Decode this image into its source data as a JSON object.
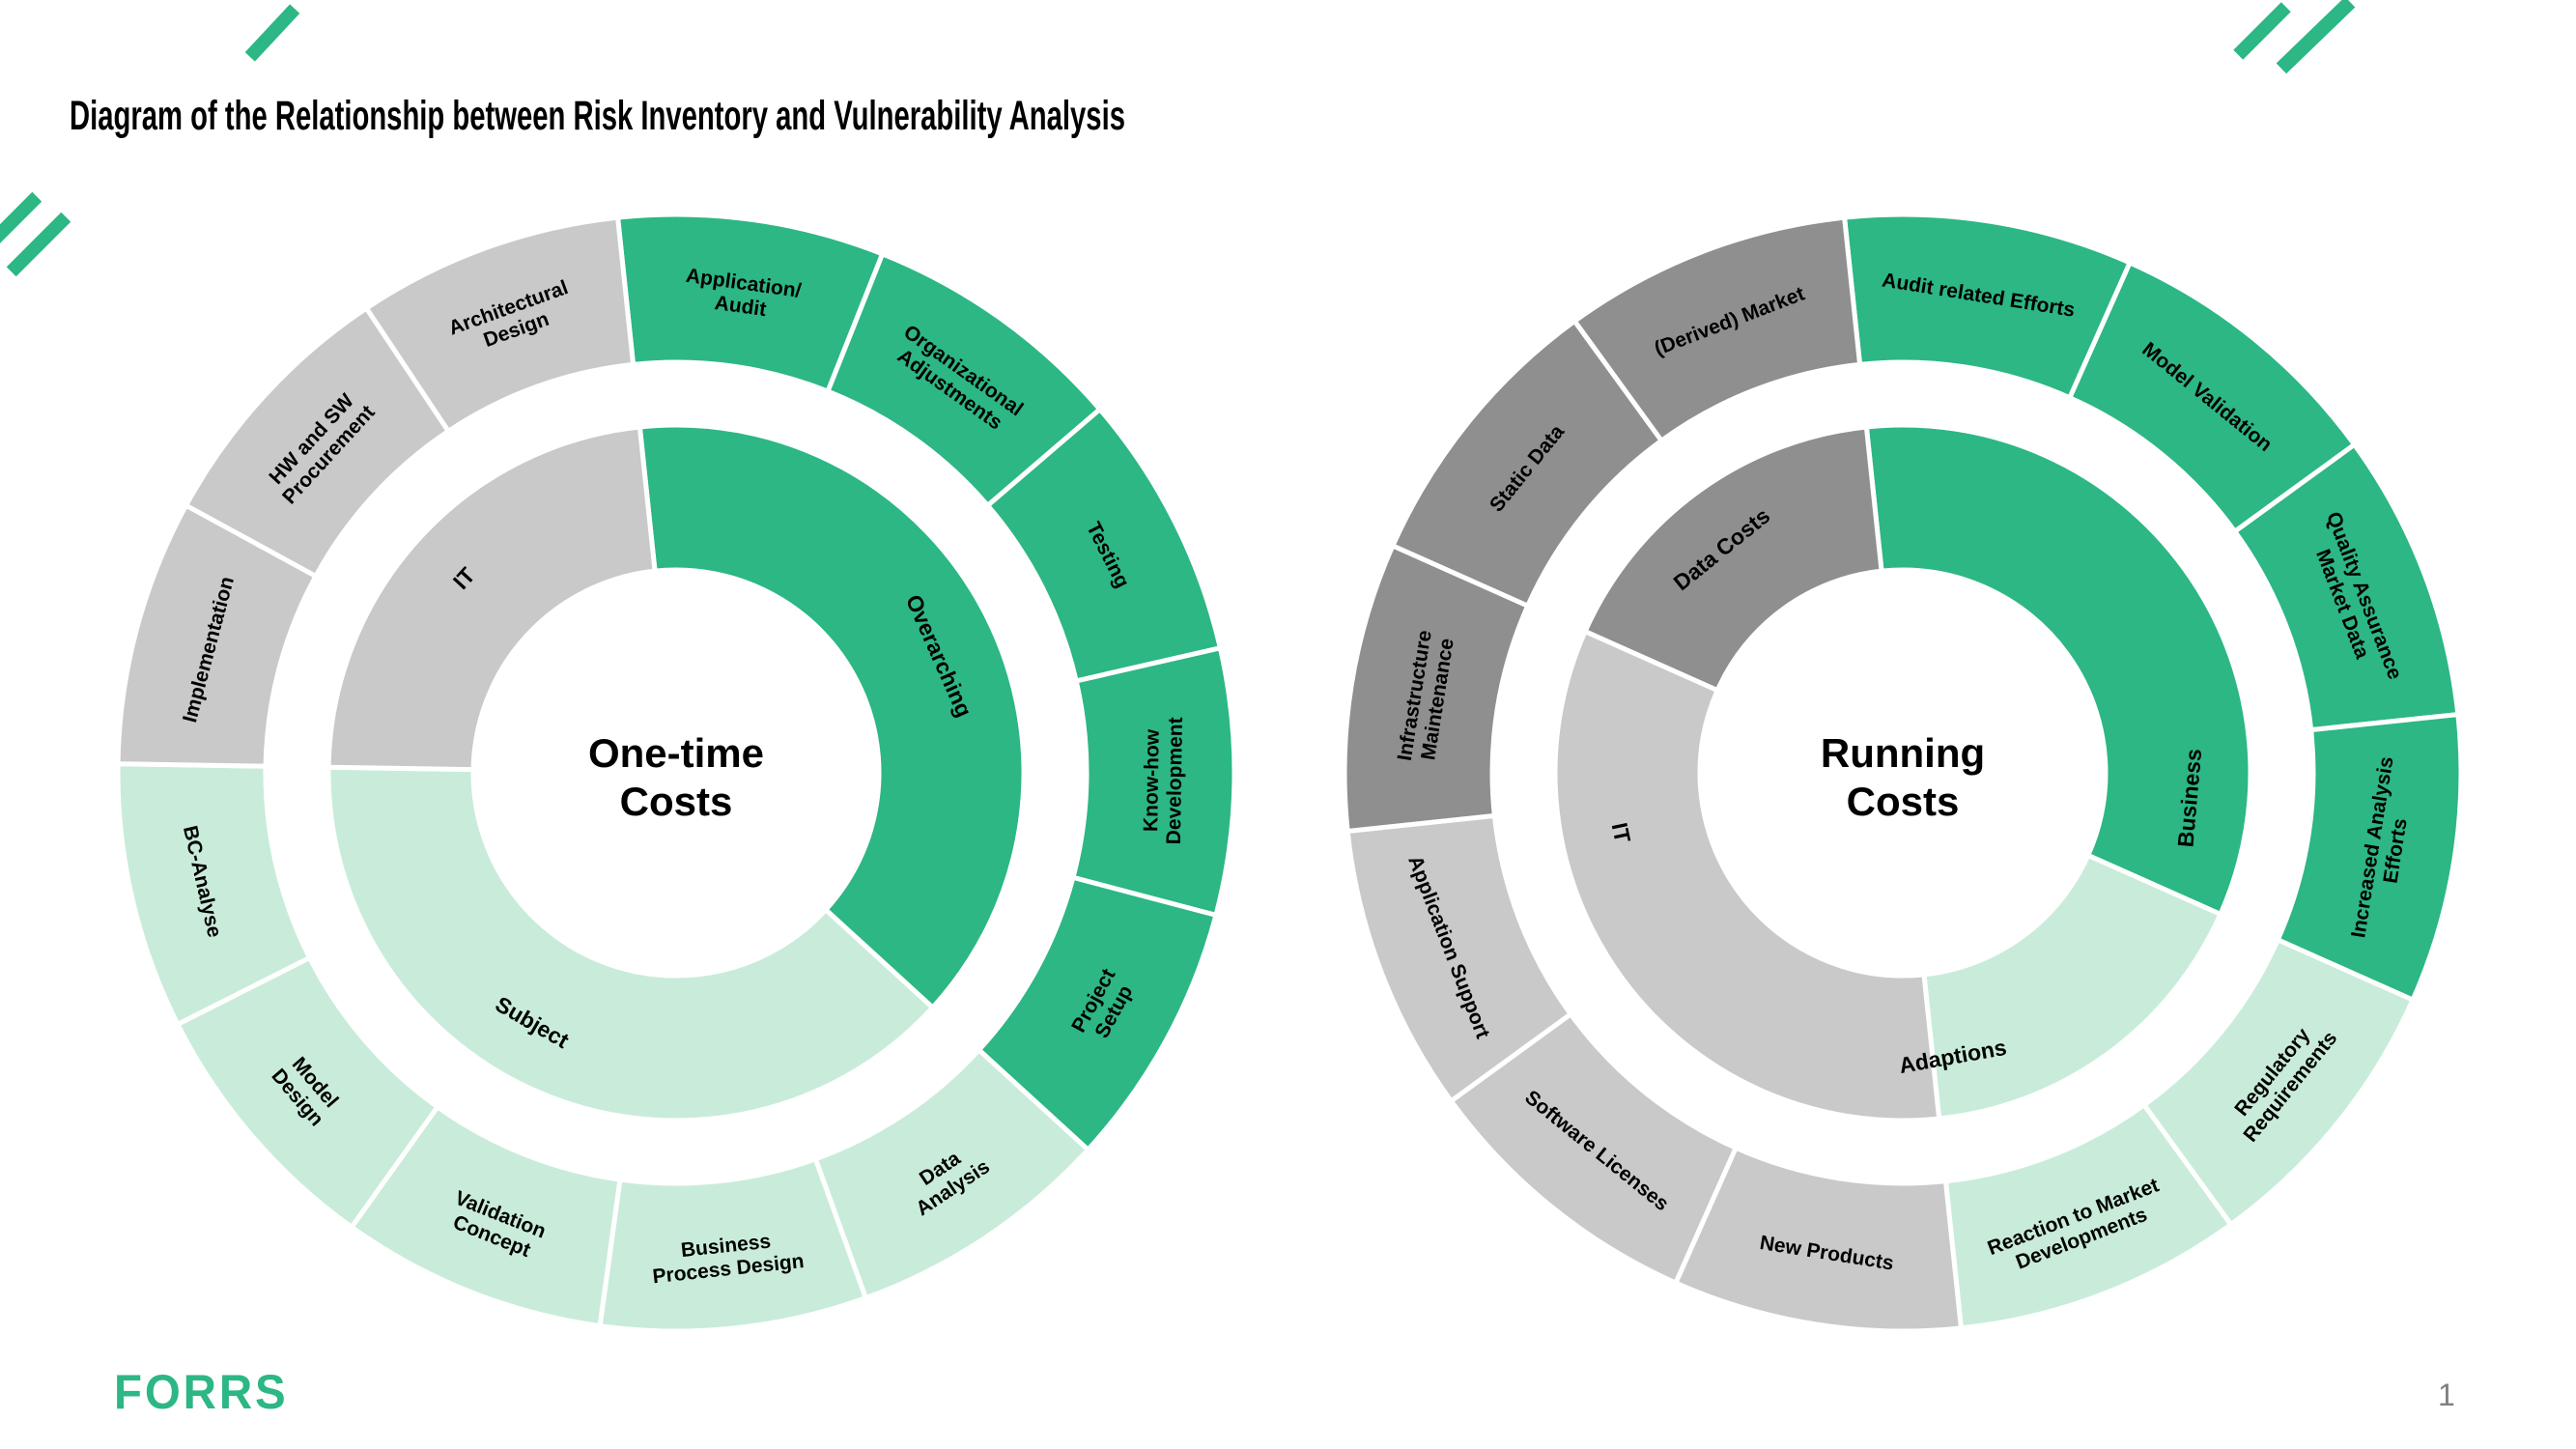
{
  "header": {
    "title": "Diagram of the Relationship between Risk Inventory and Vulnerability Analysis"
  },
  "footer": {
    "logo_text": "FORRS",
    "page_number": "1"
  },
  "colors": {
    "green": "#2cb784",
    "light_green": "#c9ecda",
    "light_gray": "#c9c9c9",
    "dark_gray": "#8f8f8f",
    "label_text": "#000000",
    "page_number_gray": "#7f7f7f",
    "background": "#ffffff"
  },
  "chart_data": [
    {
      "type": "pie",
      "variant": "two-level-donut",
      "center_label": "One-time\nCosts",
      "legend_position": "none",
      "grid": false,
      "inner_ring": [
        {
          "label": "Overarching",
          "value": 5,
          "color": "green",
          "start_deg": -6,
          "end_deg": 132.46,
          "label_angle_deg": 66
        },
        {
          "label": "Subject",
          "value": 5,
          "color": "light_green",
          "start_deg": 132.46,
          "end_deg": 270.92,
          "label_angle_deg": 210
        },
        {
          "label": "IT",
          "value": 3,
          "color": "light_gray",
          "start_deg": 270.92,
          "end_deg": 354,
          "label_angle_deg": 312.5
        }
      ],
      "outer_ring": [
        {
          "label": "Application/\nAudit",
          "value": 1,
          "color": "green",
          "start_deg": -6,
          "end_deg": 21.69
        },
        {
          "label": "Organizational\nAdjustments",
          "value": 1,
          "color": "green",
          "start_deg": 21.69,
          "end_deg": 49.38
        },
        {
          "label": "Testing",
          "value": 1,
          "color": "green",
          "start_deg": 49.38,
          "end_deg": 77.08
        },
        {
          "label": "Know-how\nDevelopment",
          "value": 1,
          "color": "green",
          "start_deg": 77.08,
          "end_deg": 104.77
        },
        {
          "label": "Project\nSetup",
          "value": 1,
          "color": "green",
          "start_deg": 104.77,
          "end_deg": 132.46
        },
        {
          "label": "Data\nAnalysis",
          "value": 1,
          "color": "light_green",
          "start_deg": 132.46,
          "end_deg": 160.15
        },
        {
          "label": "Business\nProcess Design",
          "value": 1,
          "color": "light_green",
          "start_deg": 160.15,
          "end_deg": 187.85
        },
        {
          "label": "Validation\nConcept",
          "value": 1,
          "color": "light_green",
          "start_deg": 187.85,
          "end_deg": 215.54
        },
        {
          "label": "Model\nDesign",
          "value": 1,
          "color": "light_green",
          "start_deg": 215.54,
          "end_deg": 243.23
        },
        {
          "label": "BC-Analyse",
          "value": 1,
          "color": "light_green",
          "start_deg": 243.23,
          "end_deg": 270.92
        },
        {
          "label": "Implementation",
          "value": 1,
          "color": "light_gray",
          "start_deg": 270.92,
          "end_deg": 298.62
        },
        {
          "label": "HW and SW\nProcurement",
          "value": 1,
          "color": "light_gray",
          "start_deg": 298.62,
          "end_deg": 326.31
        },
        {
          "label": "Architectural\nDesign",
          "value": 1,
          "color": "light_gray",
          "start_deg": 326.31,
          "end_deg": 354
        }
      ]
    },
    {
      "type": "pie",
      "variant": "two-level-donut",
      "center_label": "Running\nCosts",
      "legend_position": "none",
      "grid": false,
      "inner_ring": [
        {
          "label": "Business",
          "value": 4,
          "color": "green",
          "start_deg": -6,
          "end_deg": 114,
          "label_angle_deg": 95
        },
        {
          "label": "Adaptions",
          "value": 2,
          "color": "light_green",
          "start_deg": 114,
          "end_deg": 174,
          "label_angle_deg": 170
        },
        {
          "label": "IT",
          "value": 4,
          "color": "light_gray",
          "start_deg": 174,
          "end_deg": 294,
          "label_angle_deg": 258
        },
        {
          "label": "Data Costs",
          "value": 2,
          "color": "dark_gray",
          "start_deg": 294,
          "end_deg": 354,
          "label_angle_deg": 321
        }
      ],
      "outer_ring": [
        {
          "label": "Audit related Efforts",
          "value": 1,
          "color": "green",
          "start_deg": -6,
          "end_deg": 24
        },
        {
          "label": "Model Validation",
          "value": 1,
          "color": "green",
          "start_deg": 24,
          "end_deg": 54
        },
        {
          "label": "Quality Assurance\nMarket Data",
          "value": 1,
          "color": "green",
          "start_deg": 54,
          "end_deg": 84
        },
        {
          "label": "Increased Analysis\nEfforts",
          "value": 1,
          "color": "green",
          "start_deg": 84,
          "end_deg": 114
        },
        {
          "label": "Regulatory\nRequirements",
          "value": 1,
          "color": "light_green",
          "start_deg": 114,
          "end_deg": 144
        },
        {
          "label": "Reaction to Market\nDevelopments",
          "value": 1,
          "color": "light_green",
          "start_deg": 144,
          "end_deg": 174
        },
        {
          "label": "New Products",
          "value": 1,
          "color": "light_gray",
          "start_deg": 174,
          "end_deg": 204
        },
        {
          "label": "Software Licenses",
          "value": 1,
          "color": "light_gray",
          "start_deg": 204,
          "end_deg": 234
        },
        {
          "label": "Application Support",
          "value": 1,
          "color": "light_gray",
          "start_deg": 234,
          "end_deg": 264
        },
        {
          "label": "Infrastructure\nMaintenance",
          "value": 1,
          "color": "dark_gray",
          "start_deg": 264,
          "end_deg": 294
        },
        {
          "label": "Static Data",
          "value": 1,
          "color": "dark_gray",
          "start_deg": 294,
          "end_deg": 324
        },
        {
          "label": "(Derived) Market",
          "value": 1,
          "color": "dark_gray",
          "start_deg": 324,
          "end_deg": 354
        }
      ]
    }
  ]
}
